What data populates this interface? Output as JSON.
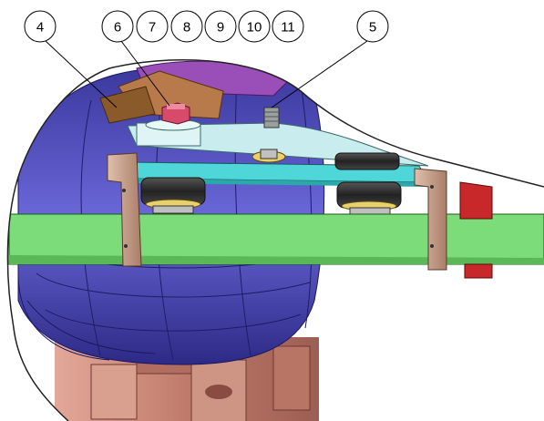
{
  "callouts": [
    {
      "id": "balloon-4",
      "label": "4"
    },
    {
      "id": "balloon-6",
      "label": "6"
    },
    {
      "id": "balloon-7",
      "label": "7"
    },
    {
      "id": "balloon-8",
      "label": "8"
    },
    {
      "id": "balloon-9",
      "label": "9"
    },
    {
      "id": "balloon-10",
      "label": "10"
    },
    {
      "id": "balloon-11",
      "label": "11"
    },
    {
      "id": "balloon-5",
      "label": "5"
    }
  ],
  "colors": {
    "housing_blue": "#5a57c8",
    "housing_dark": "#2a2878",
    "board_green": "#7ddc7a",
    "plate_cyan": "#4fd6d8",
    "plate_light": "#c8ecec",
    "bracket_tan": "#c9a08a",
    "rubber_black": "#333333",
    "base_copper": "#c98a7a",
    "standoff_red": "#c8282a",
    "purple_cover": "#8a3ab0"
  }
}
